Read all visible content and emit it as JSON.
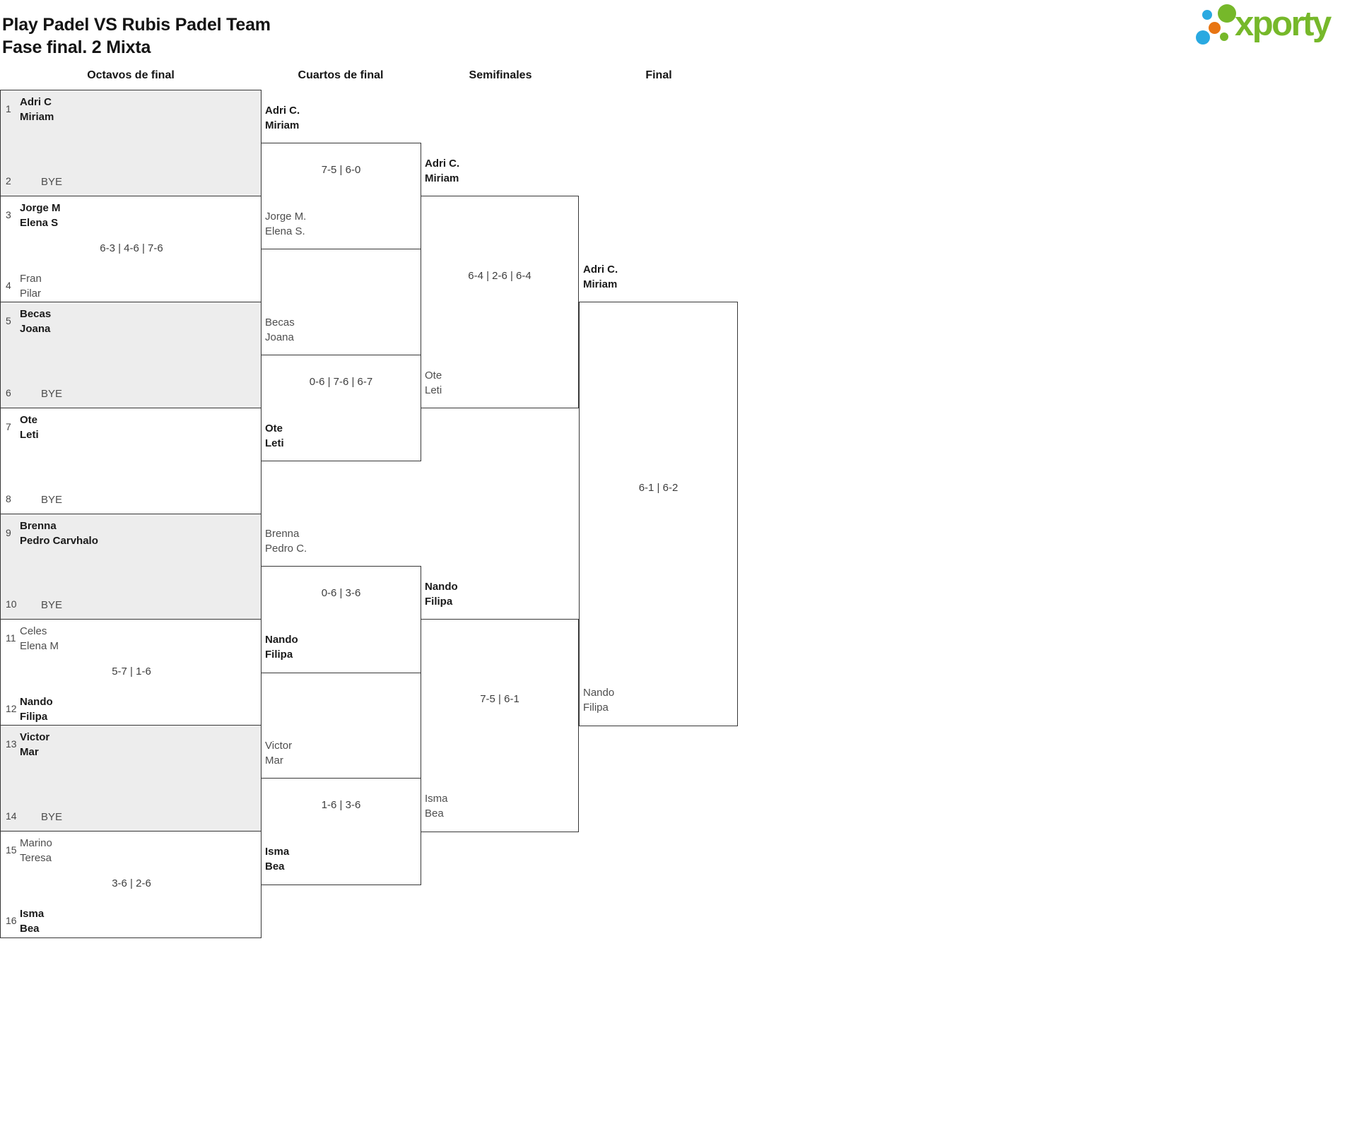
{
  "header": {
    "title": "Play Padel VS Rubis Padel Team",
    "subtitle": "Fase final. 2 Mixta",
    "logo": {
      "text": "xporty"
    }
  },
  "columns": [
    "Octavos de final",
    "Cuartos de final",
    "Semifinales",
    "Final"
  ],
  "colors": {
    "logo_green": "#76b82a",
    "logo_blue": "#29a9e1",
    "logo_orange": "#e87513",
    "shaded_match_bg": "#ededed",
    "border": "#373737",
    "winner_text": "#1a1a1a",
    "loser_text": "#4e4e4e",
    "score_text": "#3d3d3d"
  },
  "bracket": {
    "round_of_16": [
      {
        "shaded": true,
        "seed1": "1",
        "p1": [
          "Adri C",
          "Miriam"
        ],
        "p1_winner": true,
        "seed2": "2",
        "p2": [
          "BYE"
        ],
        "p2_winner": false,
        "p2_bye": true,
        "score": ""
      },
      {
        "shaded": false,
        "seed1": "3",
        "p1": [
          "Jorge M",
          "Elena S"
        ],
        "p1_winner": true,
        "seed2": "4",
        "p2": [
          "Fran",
          "Pilar"
        ],
        "p2_winner": false,
        "p2_bye": false,
        "score": "6-3 | 4-6 | 7-6"
      },
      {
        "shaded": true,
        "seed1": "5",
        "p1": [
          "Becas",
          "Joana"
        ],
        "p1_winner": true,
        "seed2": "6",
        "p2": [
          "BYE"
        ],
        "p2_winner": false,
        "p2_bye": true,
        "score": ""
      },
      {
        "shaded": false,
        "seed1": "7",
        "p1": [
          "Ote",
          "Leti"
        ],
        "p1_winner": true,
        "seed2": "8",
        "p2": [
          "BYE"
        ],
        "p2_winner": false,
        "p2_bye": true,
        "score": ""
      },
      {
        "shaded": true,
        "seed1": "9",
        "p1": [
          "Brenna",
          "Pedro Carvhalo"
        ],
        "p1_winner": true,
        "seed2": "10",
        "p2": [
          "BYE"
        ],
        "p2_winner": false,
        "p2_bye": true,
        "score": ""
      },
      {
        "shaded": false,
        "seed1": "11",
        "p1": [
          "Celes",
          "Elena M"
        ],
        "p1_winner": false,
        "seed2": "12",
        "p2": [
          "Nando",
          "Filipa"
        ],
        "p2_winner": true,
        "p2_bye": false,
        "score": "5-7 | 1-6"
      },
      {
        "shaded": true,
        "seed1": "13",
        "p1": [
          "Victor",
          "Mar"
        ],
        "p1_winner": true,
        "seed2": "14",
        "p2": [
          "BYE"
        ],
        "p2_winner": false,
        "p2_bye": true,
        "score": ""
      },
      {
        "shaded": false,
        "seed1": "15",
        "p1": [
          "Marino",
          "Teresa"
        ],
        "p1_winner": false,
        "seed2": "16",
        "p2": [
          "Isma",
          "Bea"
        ],
        "p2_winner": true,
        "p2_bye": false,
        "score": "3-6 | 2-6"
      }
    ],
    "quarterfinals": [
      {
        "p1": [
          "Adri C.",
          "Miriam"
        ],
        "p1_winner": true,
        "p2": [
          "Jorge M.",
          "Elena S."
        ],
        "p2_winner": false,
        "score": "7-5 | 6-0"
      },
      {
        "p1": [
          "Becas",
          "Joana"
        ],
        "p1_winner": false,
        "p2": [
          "Ote",
          "Leti"
        ],
        "p2_winner": true,
        "score": "0-6 | 7-6 | 6-7"
      },
      {
        "p1": [
          "Brenna",
          "Pedro C."
        ],
        "p1_winner": false,
        "p2": [
          "Nando",
          "Filipa"
        ],
        "p2_winner": true,
        "score": "0-6 | 3-6"
      },
      {
        "p1": [
          "Victor",
          "Mar"
        ],
        "p1_winner": false,
        "p2": [
          "Isma",
          "Bea"
        ],
        "p2_winner": true,
        "score": "1-6 | 3-6"
      }
    ],
    "semifinals": [
      {
        "p1": [
          "Adri C.",
          "Miriam"
        ],
        "p1_winner": true,
        "p2": [
          "Ote",
          "Leti"
        ],
        "p2_winner": false,
        "score": "6-4 | 2-6 | 6-4"
      },
      {
        "p1": [
          "Nando",
          "Filipa"
        ],
        "p1_winner": true,
        "p2": [
          "Isma",
          "Bea"
        ],
        "p2_winner": false,
        "score": "7-5 | 6-1"
      }
    ],
    "final": [
      {
        "p1": [
          "Adri C.",
          "Miriam"
        ],
        "p1_winner": true,
        "p2": [
          "Nando",
          "Filipa"
        ],
        "p2_winner": false,
        "score": "6-1 | 6-2"
      }
    ]
  }
}
